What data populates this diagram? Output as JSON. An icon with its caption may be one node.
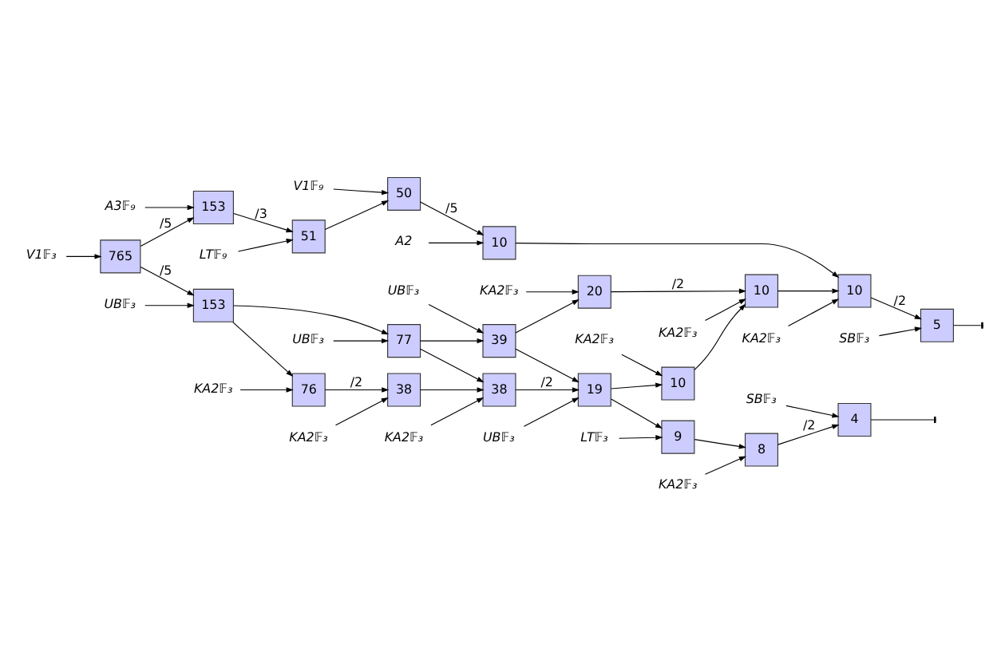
{
  "diagram": {
    "nodes": [
      {
        "text": [
          "A3𝔽₉"
        ]
      },
      {
        "text": [
          "LT𝔽₉"
        ]
      },
      {
        "text": [
          "V1𝔽₉"
        ]
      },
      {
        "text": [
          "A2"
        ]
      },
      {
        "text": [
          "KA2𝔽₃"
        ]
      },
      {
        "text": [
          "SB𝔽₃"
        ]
      },
      {
        "text": [
          "153"
        ]
      },
      {
        "text": [
          "51"
        ]
      },
      {
        "text": [
          "50"
        ]
      },
      {
        "text": [
          "10"
        ]
      },
      {
        "text": [
          "10"
        ]
      },
      {
        "text": [
          "5"
        ]
      },
      {
        "text": [
          "KA2𝔽₃"
        ]
      },
      {
        "text": [
          "V1𝔽₃"
        ]
      },
      {
        "text": [
          "765"
        ]
      },
      {
        "text": [
          "UB𝔽₃"
        ]
      },
      {
        "text": [
          "39"
        ]
      },
      {
        "text": [
          "20"
        ]
      },
      {
        "text": [
          "10"
        ]
      },
      {
        "text": [
          "KA2𝔽₃"
        ]
      },
      {
        "text": [
          "UB𝔽₃"
        ]
      },
      {
        "text": [
          "153"
        ]
      },
      {
        "text": [
          "77"
        ]
      },
      {
        "text": [
          "19"
        ]
      },
      {
        "text": [
          "38"
        ]
      },
      {
        "text": [
          "UB𝔽₃"
        ]
      },
      {
        "text": [
          "UB𝔽₃"
        ]
      },
      {
        "text": [
          "10"
        ]
      },
      {
        "text": [
          "KA2𝔽₃"
        ]
      },
      {
        "text": [
          "KA2𝔽₃"
        ]
      },
      {
        "text": [
          "76"
        ]
      },
      {
        "text": [
          "KA2𝔽₃"
        ]
      },
      {
        "text": [
          "KA2𝔽₃"
        ]
      },
      {
        "text": [
          "38"
        ]
      },
      {
        "text": [
          "9"
        ]
      },
      {
        "text": [
          "8"
        ]
      },
      {
        "text": [
          "4"
        ]
      },
      {
        "text": [
          "LT𝔽₃"
        ]
      },
      {
        "text": [
          "KA2𝔽₃"
        ]
      },
      {
        "text": [
          "SB𝔽₃"
        ]
      }
    ],
    "edges": [
      {
        "from": 0,
        "to": 6,
        "arrow": "to"
      },
      {
        "from": 1,
        "to": 7,
        "arrow": "to"
      },
      {
        "from": 2,
        "to": 8,
        "arrow": "to"
      },
      {
        "from": 3,
        "to": 9,
        "arrow": "to"
      },
      {
        "from": 4,
        "to": 10,
        "arrow": "to"
      },
      {
        "from": 5,
        "to": 11,
        "arrow": "to"
      },
      {
        "from": 6,
        "to": 7,
        "arrow": "to",
        "label": "/3"
      },
      {
        "from": 7,
        "to": 8,
        "arrow": "to"
      },
      {
        "from": 8,
        "to": 9,
        "arrow": "to",
        "label": "/5"
      },
      {
        "from": 9,
        "to": 10,
        "arrow": "to"
      },
      {
        "from": 10,
        "to": 11,
        "arrow": "to",
        "label": "/2"
      },
      {
        "from": 11,
        "to": null,
        "arrow": "to"
      },
      {
        "from": 13,
        "to": 14,
        "arrow": "to"
      },
      {
        "from": 14,
        "to": 6,
        "arrow": "to",
        "label": "/5"
      },
      {
        "from": 14,
        "to": 21,
        "arrow": "to",
        "label": "/5"
      },
      {
        "from": 12,
        "to": 17,
        "arrow": "to"
      },
      {
        "from": 15,
        "to": 16,
        "arrow": "to"
      },
      {
        "from": 16,
        "to": 17,
        "arrow": "to"
      },
      {
        "from": 17,
        "to": 18,
        "arrow": "to",
        "label": "/2"
      },
      {
        "from": 19,
        "to": 18,
        "arrow": "to"
      },
      {
        "from": 18,
        "to": 10,
        "arrow": "to"
      },
      {
        "from": 20,
        "to": 21,
        "arrow": "to"
      },
      {
        "from": 21,
        "to": 22,
        "arrow": "to"
      },
      {
        "from": 21,
        "to": 30,
        "arrow": "to"
      },
      {
        "from": 22,
        "to": 16,
        "arrow": "to"
      },
      {
        "from": 22,
        "to": 24,
        "arrow": "to"
      },
      {
        "from": 25,
        "to": 22,
        "arrow": "to"
      },
      {
        "from": 16,
        "to": 23,
        "arrow": "to"
      },
      {
        "from": 24,
        "to": 23,
        "arrow": "to",
        "label": "/2"
      },
      {
        "from": 26,
        "to": 23,
        "arrow": "to"
      },
      {
        "from": 31,
        "to": 24,
        "arrow": "to"
      },
      {
        "from": 33,
        "to": 24,
        "arrow": "to"
      },
      {
        "from": 23,
        "to": 27,
        "arrow": "to"
      },
      {
        "from": 23,
        "to": 34,
        "arrow": "to"
      },
      {
        "from": 28,
        "to": 27,
        "arrow": "to"
      },
      {
        "from": 27,
        "to": 18,
        "arrow": "to"
      },
      {
        "from": 29,
        "to": 30,
        "arrow": "to"
      },
      {
        "from": 30,
        "to": 33,
        "arrow": "to",
        "label": "/2"
      },
      {
        "from": 32,
        "to": 33,
        "arrow": "to"
      },
      {
        "from": 34,
        "to": 35,
        "arrow": "to"
      },
      {
        "from": 35,
        "to": 36,
        "arrow": "to",
        "label": "/2"
      },
      {
        "from": 36,
        "to": null,
        "arrow": "to"
      },
      {
        "from": 37,
        "to": 34,
        "arrow": "to"
      },
      {
        "from": 38,
        "to": 35,
        "arrow": "to"
      },
      {
        "from": 39,
        "to": 36,
        "arrow": "to"
      }
    ]
  }
}
